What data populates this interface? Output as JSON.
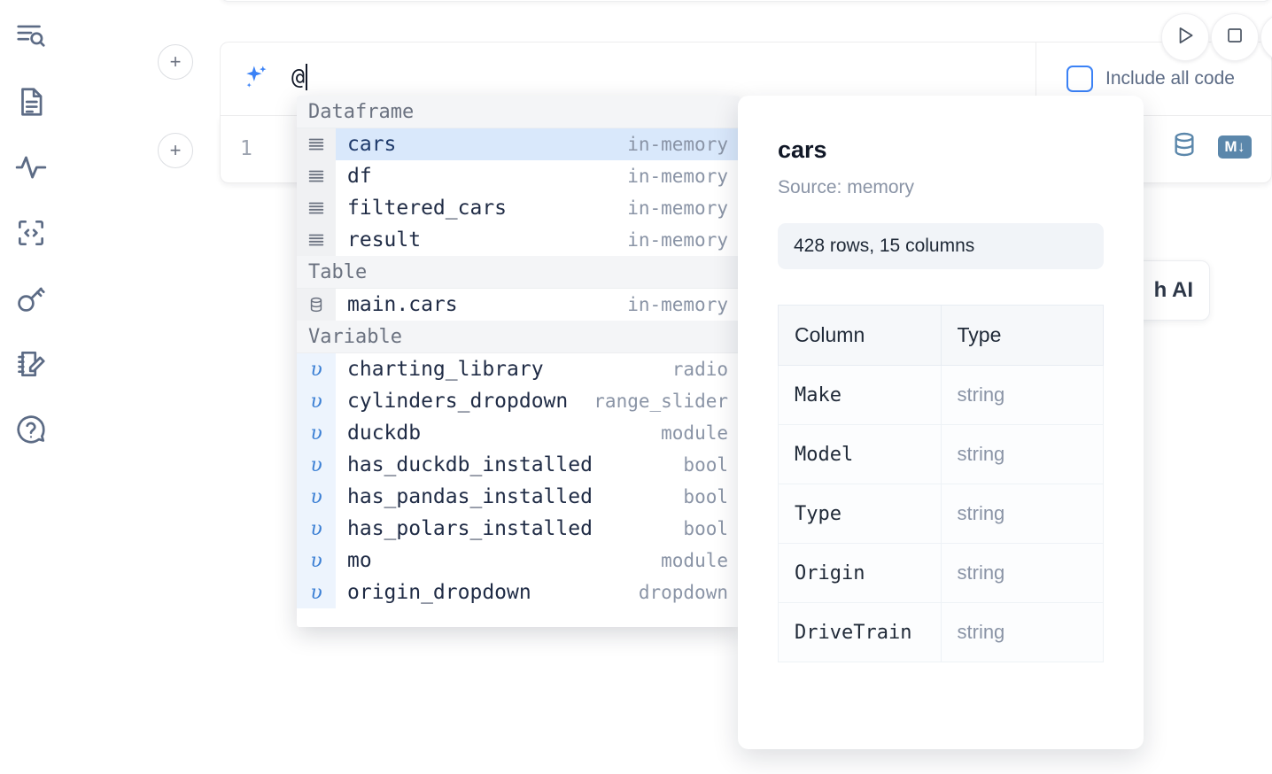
{
  "sidebar": {
    "items": [
      {
        "name": "explore-icon",
        "label": "Explore"
      },
      {
        "name": "document-icon",
        "label": "Notebook"
      },
      {
        "name": "activity-icon",
        "label": "Activity"
      },
      {
        "name": "code-icon",
        "label": "Snippets"
      },
      {
        "name": "key-icon",
        "label": "Secrets"
      },
      {
        "name": "scratchpad-icon",
        "label": "Scratchpad"
      },
      {
        "name": "help-icon",
        "label": "Help"
      }
    ]
  },
  "editor": {
    "add_button_label": "+",
    "line_number": "1",
    "prompt_value": "@",
    "ai_icon": "sparkle-icon",
    "database_icon": "database-icon",
    "markdown_badge": "M↓"
  },
  "toolbar": {
    "include_all_code_label": "Include all code",
    "include_all_code_checked": false,
    "run_icon": "play-icon",
    "stop_icon": "stop-icon",
    "more_icon": "more-icon"
  },
  "background_card": {
    "text": "h AI"
  },
  "autocomplete": {
    "sections": [
      {
        "label": "Dataframe",
        "icon": "list-icon",
        "kind": "dataframe",
        "items": [
          {
            "name": "cars",
            "meta": "in-memory",
            "selected": true
          },
          {
            "name": "df",
            "meta": "in-memory",
            "selected": false
          },
          {
            "name": "filtered_cars",
            "meta": "in-memory",
            "selected": false
          },
          {
            "name": "result",
            "meta": "in-memory",
            "selected": false
          }
        ]
      },
      {
        "label": "Table",
        "icon": "database-icon",
        "kind": "table",
        "items": [
          {
            "name": "main.cars",
            "meta": "in-memory",
            "selected": false
          }
        ]
      },
      {
        "label": "Variable",
        "icon": "variable-icon",
        "kind": "variable",
        "items": [
          {
            "name": "charting_library",
            "meta": "radio",
            "selected": false
          },
          {
            "name": "cylinders_dropdown",
            "meta": "range_slider",
            "selected": false
          },
          {
            "name": "duckdb",
            "meta": "module",
            "selected": false
          },
          {
            "name": "has_duckdb_installed",
            "meta": "bool",
            "selected": false
          },
          {
            "name": "has_pandas_installed",
            "meta": "bool",
            "selected": false
          },
          {
            "name": "has_polars_installed",
            "meta": "bool",
            "selected": false
          },
          {
            "name": "mo",
            "meta": "module",
            "selected": false
          },
          {
            "name": "origin_dropdown",
            "meta": "dropdown",
            "selected": false
          }
        ]
      }
    ]
  },
  "detail": {
    "title": "cars",
    "source": "Source: memory",
    "shape": "428 rows, 15 columns",
    "headers": [
      "Column",
      "Type"
    ],
    "rows": [
      {
        "column": "Make",
        "type": "string"
      },
      {
        "column": "Model",
        "type": "string"
      },
      {
        "column": "Type",
        "type": "string"
      },
      {
        "column": "Origin",
        "type": "string"
      },
      {
        "column": "DriveTrain",
        "type": "string"
      }
    ]
  },
  "colors": {
    "accent": "#3b82f6",
    "selected_row": "#d9e8fb",
    "variable_glyph": "#3b7fd4",
    "cell_icon": "#5b87ab",
    "muted_text": "#8a94a6"
  }
}
